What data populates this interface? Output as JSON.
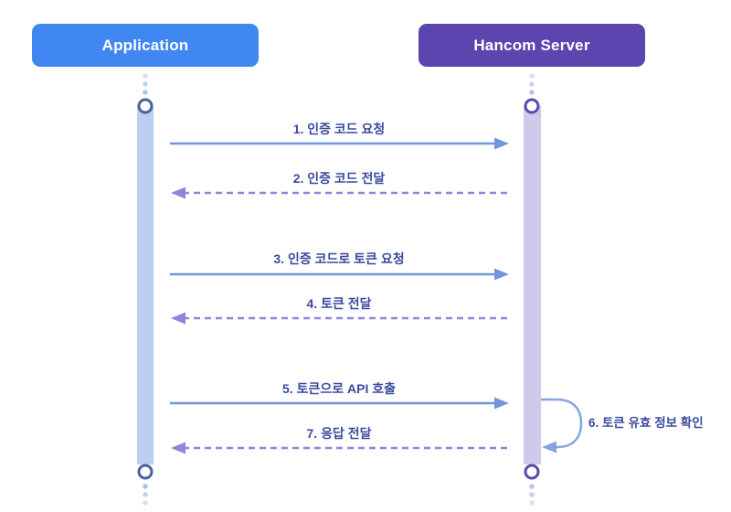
{
  "diagram": {
    "type": "sequence",
    "actors": [
      {
        "id": "application",
        "label": "Application",
        "box_color": "#4187F1",
        "activation_bar_color": "#B9D0F0",
        "endpoint_ring_color": "#47639C",
        "dot_color": "#A9C4EC"
      },
      {
        "id": "hancom-server",
        "label": "Hancom Server",
        "box_color": "#5D45AF",
        "activation_bar_color": "#CFC9EA",
        "endpoint_ring_color": "#5B4AA7",
        "dot_color": "#C4BDE6"
      }
    ],
    "messages": [
      {
        "num": 1,
        "label": "1. 인증 코드 요청",
        "from": "application",
        "to": "hancom-server",
        "style": "solid"
      },
      {
        "num": 2,
        "label": "2. 인증 코드 전달",
        "from": "hancom-server",
        "to": "application",
        "style": "dashed"
      },
      {
        "num": 3,
        "label": "3. 인증 코드로 토큰 요청",
        "from": "application",
        "to": "hancom-server",
        "style": "solid"
      },
      {
        "num": 4,
        "label": "4. 토큰 전달",
        "from": "hancom-server",
        "to": "application",
        "style": "dashed"
      },
      {
        "num": 5,
        "label": "5. 토큰으로 API 호출",
        "from": "application",
        "to": "hancom-server",
        "style": "solid"
      },
      {
        "num": 6,
        "label": "6. 토큰 유효 정보 확인",
        "from": "hancom-server",
        "to": "hancom-server",
        "style": "self-loop"
      },
      {
        "num": 7,
        "label": "7. 응답 전달",
        "from": "hancom-server",
        "to": "application",
        "style": "dashed"
      }
    ],
    "colors": {
      "background": "#FFFFFF",
      "solid_arrow": "#7096DB",
      "self_loop_arrow": "#82A5E2",
      "dashed_arrow": "#8E85DD",
      "label_text": "#3A4A9E"
    }
  }
}
